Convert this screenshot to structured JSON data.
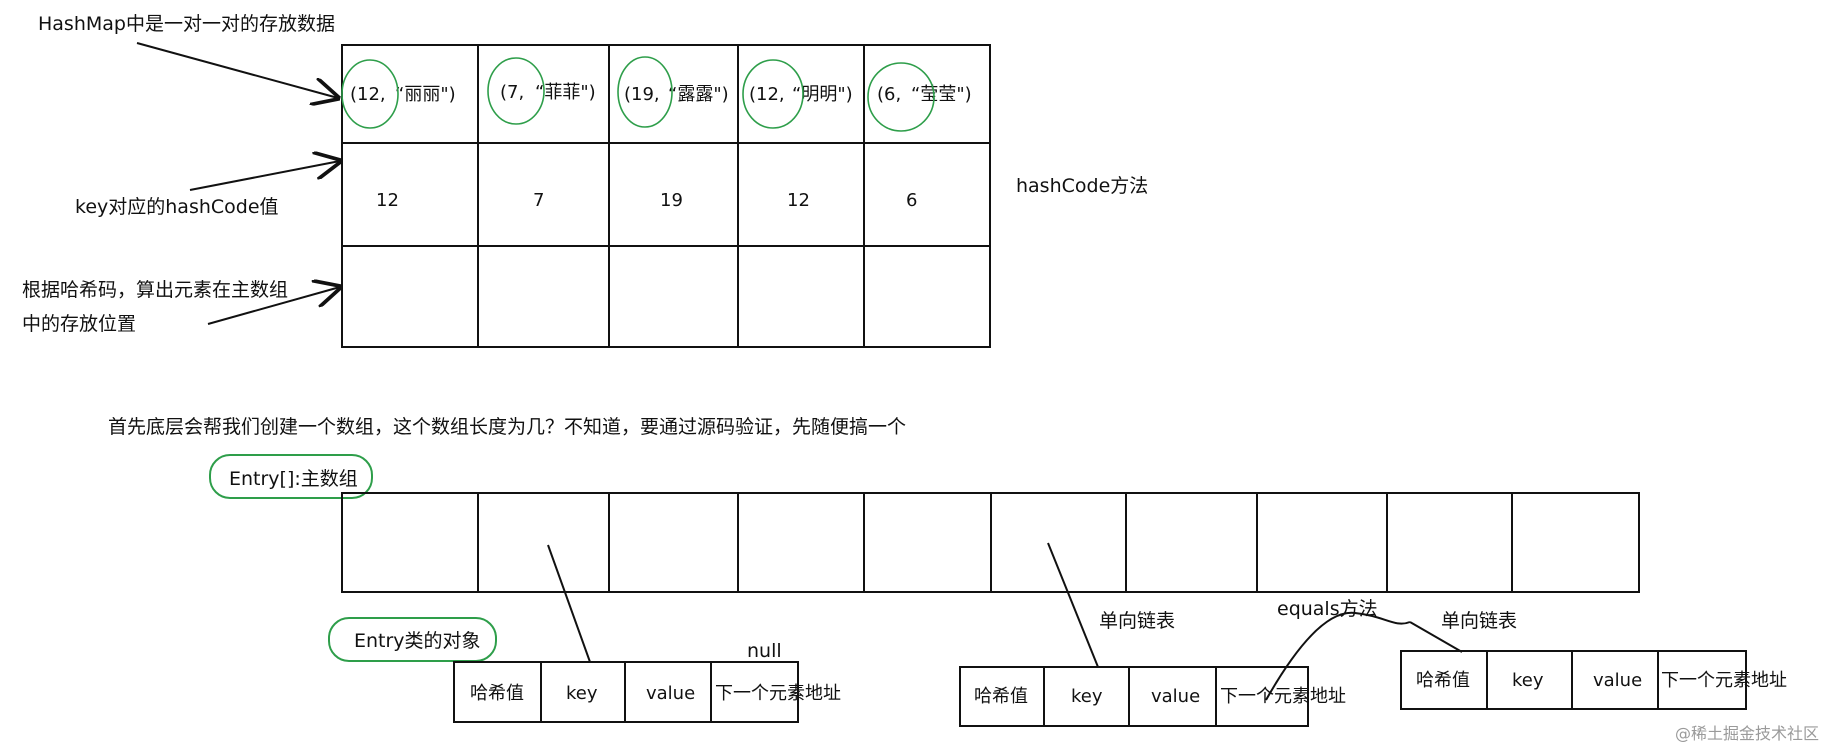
{
  "top": {
    "title": "HashMap中是一对一对的存放数据",
    "label_hash": "key对应的hashCode值",
    "label_position_line1": "根据哈希码，算出元素在主数组",
    "label_position_line2": "中的存放位置",
    "label_method": "hashCode方法",
    "pairs": [
      {
        "key": "(12,",
        "value": "“丽丽\")"
      },
      {
        "key": "(7,",
        "value": "“菲菲\")"
      },
      {
        "key": "(19,",
        "value": "“露露\")"
      },
      {
        "key": "(12,",
        "value": "“明明\")"
      },
      {
        "key": "(6,",
        "value": "“莹莹\")"
      }
    ],
    "hashcodes": [
      "12",
      "7",
      "19",
      "12",
      "6"
    ]
  },
  "bottom": {
    "description": "首先底层会帮我们创建一个数组，这个数组长度为几？不知道，要通过源码验证，先随便搞一个",
    "entry_array_label": "Entry[]:主数组",
    "entry_object_label": "Entry类的对象",
    "null_label": "null",
    "linked_list_label_1": "单向链表",
    "linked_list_label_2": "单向链表",
    "equals_label": "equals方法",
    "entry_fields": [
      "哈希值",
      "key",
      "value",
      "下一个元素地址"
    ]
  },
  "watermark": "@稀土掘金技术社区",
  "colors": {
    "circle": "#2e9e4a",
    "line": "#111111"
  }
}
